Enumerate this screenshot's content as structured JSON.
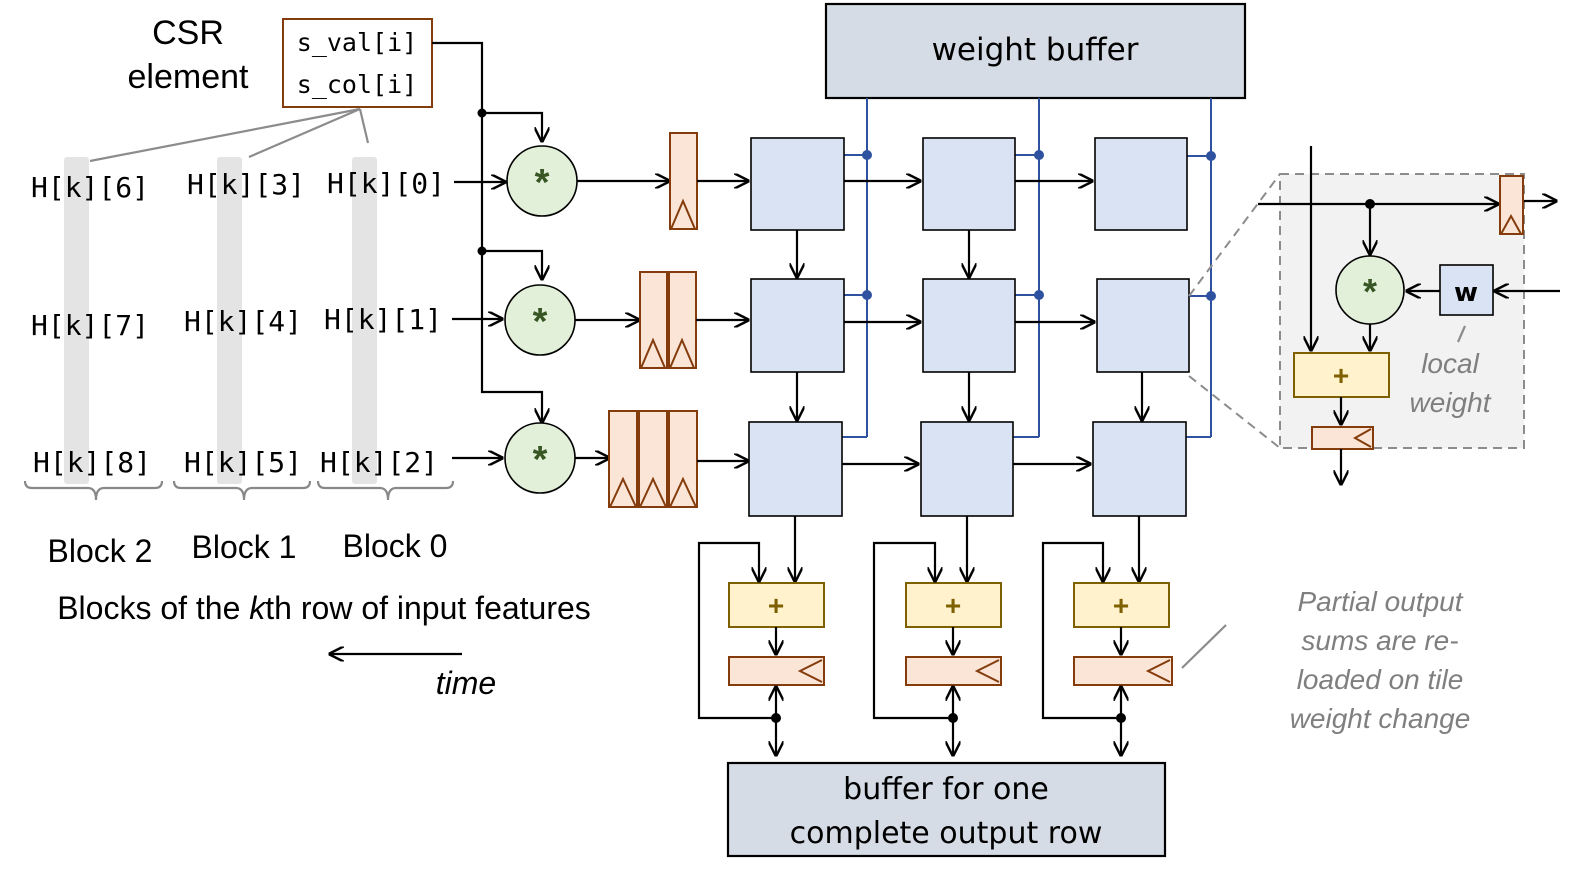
{
  "csr": {
    "label_line1": "CSR",
    "label_line2": "element",
    "val": "s_val[i]",
    "col": "s_col[i]"
  },
  "columns": [
    {
      "cells": [
        "H[k][6]",
        "H[k][7]",
        "H[k][8]"
      ],
      "block": "Block 2"
    },
    {
      "cells": [
        "H[k][3]",
        "H[k][4]",
        "H[k][5]"
      ],
      "block": "Block 1"
    },
    {
      "cells": [
        "H[k][0]",
        "H[k][1]",
        "H[k][2]"
      ],
      "block": "Block 0"
    }
  ],
  "caption": {
    "pre": "Blocks of the ",
    "em": "k",
    "post": "th row of input features"
  },
  "time_label": "time",
  "weight_buffer": "weight buffer",
  "output_buffer": {
    "line1": "buffer for one",
    "line2": "complete output row"
  },
  "multiplier_symbol": "*",
  "adder_symbol": "+",
  "detail": {
    "weight": "w",
    "note_line1": "local",
    "note_line2": "weight"
  },
  "partial_note": [
    "Partial output",
    "sums are re-",
    "loaded on tile",
    "weight change"
  ],
  "colors": {
    "pe_fill": "#dae3f3",
    "mult_fill": "#e2f0d9",
    "reg_fill": "#fbe5d6",
    "reg_stroke": "#843c0c",
    "adder_fill": "#fff2cc",
    "adder_stroke": "#7f6000",
    "buffer_fill": "#d6dce5",
    "weight_wire": "#2f52a0",
    "note_gray": "#7f7f7f"
  }
}
